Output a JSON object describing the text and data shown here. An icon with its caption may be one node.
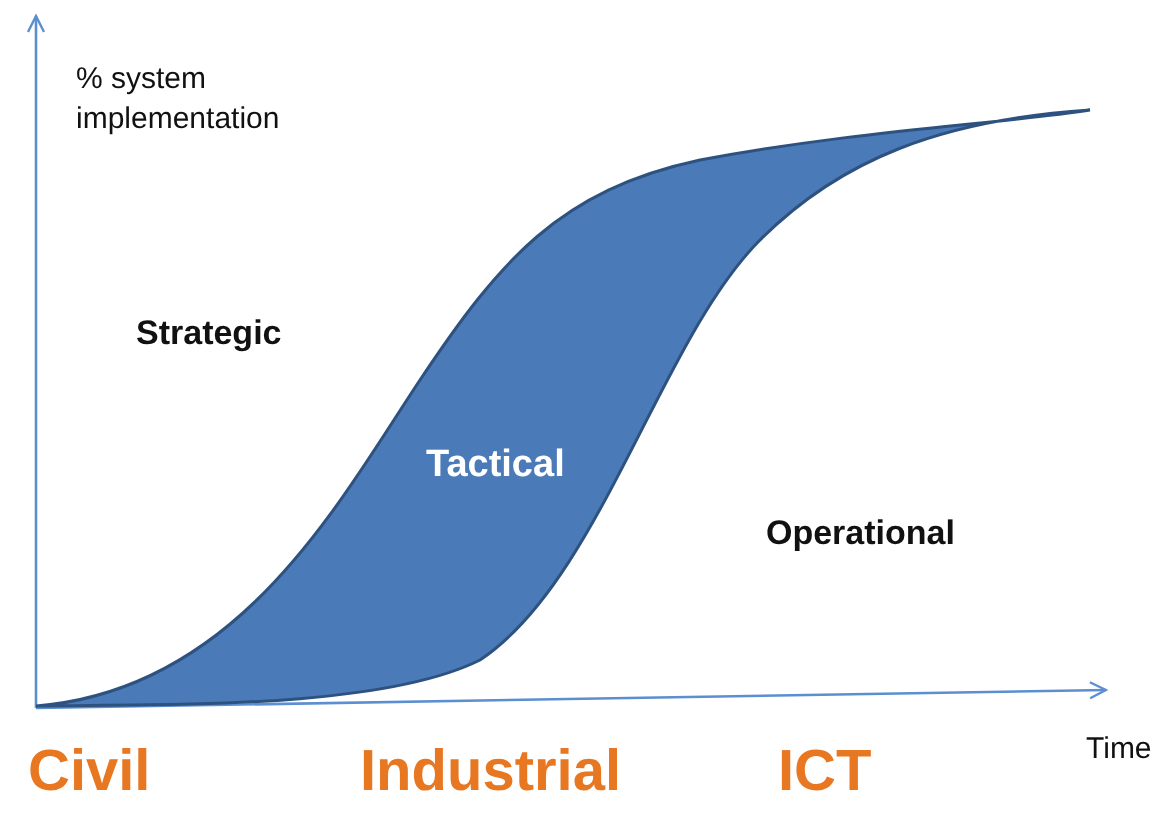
{
  "diagram": {
    "nodes": [
      {
        "text": [
          "Tactical"
        ]
      }
    ],
    "edges": [],
    "labels": [
      "% system implementation",
      "Strategic",
      "Operational",
      "Civil",
      "Industrial",
      "ICT",
      "Time"
    ]
  }
}
